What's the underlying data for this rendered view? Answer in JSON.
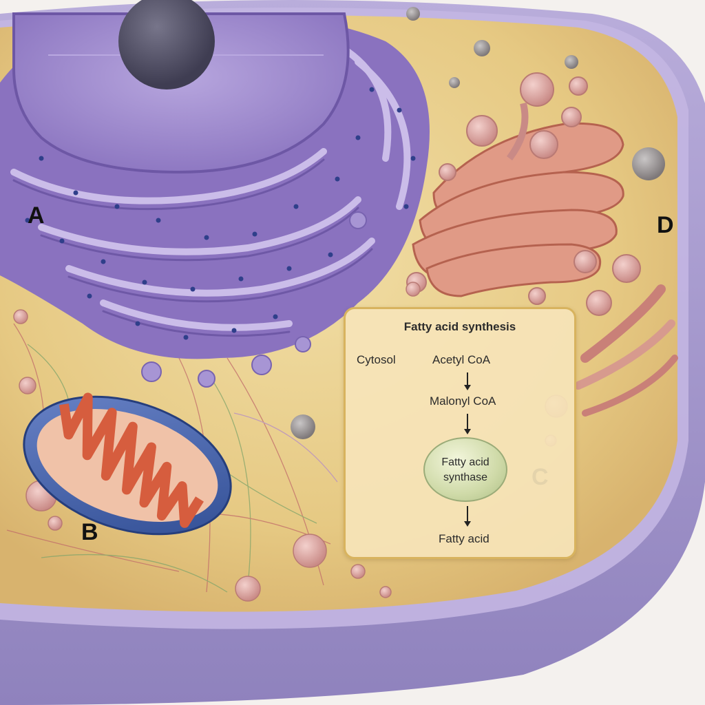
{
  "labels": {
    "a": "A",
    "b": "B",
    "c": "C",
    "d": "D"
  },
  "inset": {
    "title": "Fatty acid synthesis",
    "compartment": "Cytosol",
    "steps": [
      "Acetyl CoA",
      "Malonyl CoA",
      "Fatty acid synthase",
      "Fatty acid"
    ],
    "enzyme_lines": "Fatty acid\nsynthase"
  },
  "colors": {
    "cytoplasm": "#e8cf8c",
    "membrane": "#a99ad0",
    "er": "#9a82c8",
    "mitochondrion_outer": "#3f5fa8",
    "mitochondrion_inner": "#d9674a",
    "golgi": "#d98572",
    "inset_border": "#d8b35e"
  }
}
